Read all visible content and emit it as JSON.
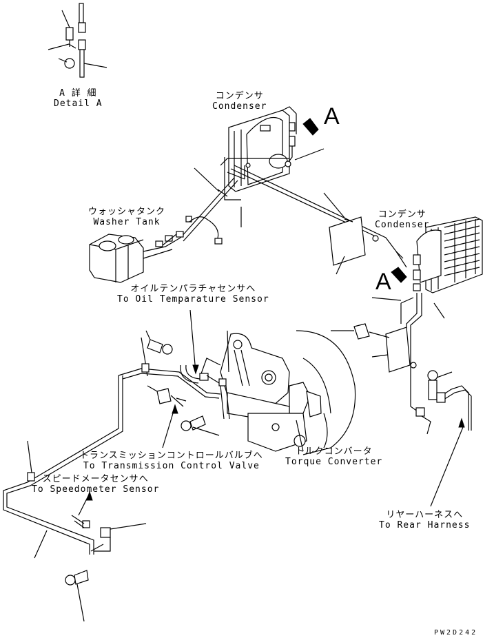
{
  "labels": {
    "detail_a": {
      "jp": "A 詳 細",
      "en": "Detail A"
    },
    "condenser_upper": {
      "jp": "コンデンサ",
      "en": "Condenser"
    },
    "condenser_lower": {
      "jp": "コンデンサ",
      "en": "Condenser"
    },
    "washer_tank": {
      "jp": "ウォッシャタンク",
      "en": "Washer Tank"
    },
    "oil_temp_sensor": {
      "jp": "オイルテンパラチャセンサへ",
      "en": "To Oil Temparature Sensor"
    },
    "transmission_valve": {
      "jp": "トランスミッションコントロールバルブへ",
      "en": "To Transmission Control Valve"
    },
    "speedometer_sensor": {
      "jp": "スピードメータセンサへ",
      "en": "To Speedometer Sensor"
    },
    "torque_converter": {
      "jp": "トルクコンバータ",
      "en": "Torque Converter"
    },
    "rear_harness": {
      "jp": "リヤーハーネスへ",
      "en": "To Rear Harness"
    }
  },
  "view_markers": {
    "upper": "A",
    "lower": "A"
  },
  "drawing_code": "PW2D242",
  "colors": {
    "line": "#000000",
    "background": "#ffffff"
  }
}
